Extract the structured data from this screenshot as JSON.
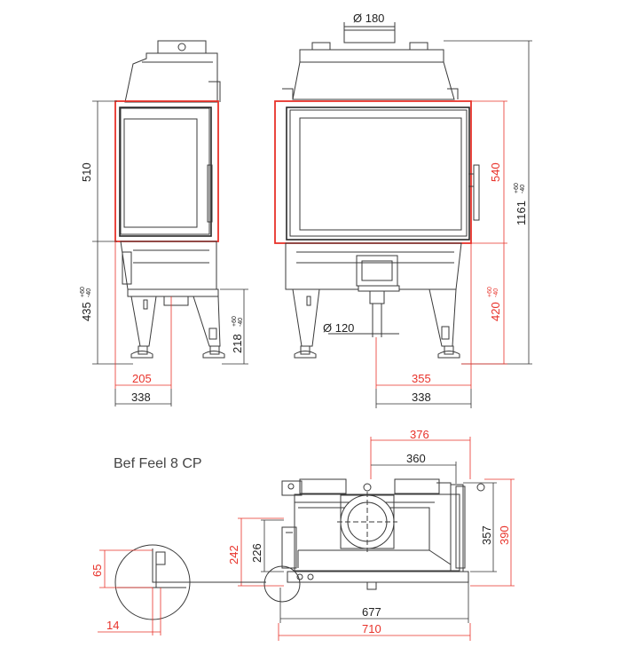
{
  "title": "Bef Feel 8 CP",
  "colors": {
    "line": "#3a3a3a",
    "dimension_red": "#e8322a",
    "fill_grey": "#d9d9d9"
  },
  "dimensions": {
    "flue_diameter": "Ø 180",
    "air_inlet_diameter": "Ø 120",
    "side_height_510": "510",
    "side_leg_435": "435",
    "side_leg_435_tol_plus": "+60",
    "side_leg_435_tol_minus": "-40",
    "side_218": "218",
    "side_218_tol_plus": "+60",
    "side_218_tol_minus": "-40",
    "side_width_205": "205",
    "side_width_338": "338",
    "front_glass_540": "540",
    "front_total_1161": "1161",
    "front_total_tol_plus": "+60",
    "front_total_tol_minus": "-40",
    "front_420": "420",
    "front_420_tol_plus": "+60",
    "front_420_tol_minus": "-40",
    "front_355": "355",
    "front_338": "338",
    "top_376": "376",
    "top_360": "360",
    "top_357": "357",
    "top_390": "390",
    "top_226": "226",
    "top_242": "242",
    "top_677": "677",
    "top_710": "710",
    "detail_65": "65",
    "detail_14": "14"
  }
}
